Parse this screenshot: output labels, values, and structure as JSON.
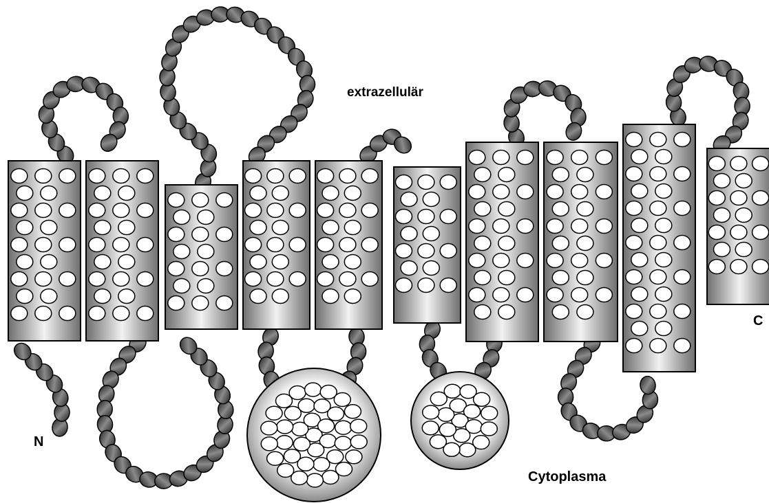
{
  "labels": {
    "extracellular": "extrazellulär",
    "cytoplasm": "Cytoplasma",
    "n_terminus": "N",
    "c_terminus": "C"
  },
  "colors": {
    "background": "#ffffff",
    "outline": "#000000",
    "bead_dark": "#1a1a1a",
    "bead_light": "#8a8a8a",
    "helix_edge": "#6e6e6e",
    "helix_center": "#f2f2f2",
    "residue_fill": "#ffffff"
  },
  "structure": {
    "transmembrane_helices": 10,
    "intracellular_domains": 2
  }
}
